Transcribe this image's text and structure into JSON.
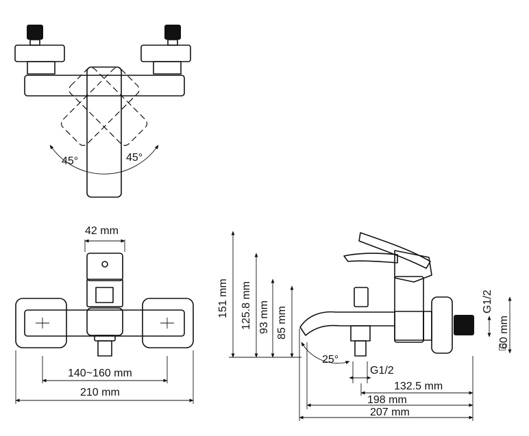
{
  "top_view": {
    "angle_left": "45°",
    "angle_right": "45°"
  },
  "front_view": {
    "spout_width": "42 mm",
    "center_distance": "140~160 mm",
    "overall_width": "210 mm"
  },
  "side_view": {
    "height_overall": "151 mm",
    "height_lever": "125.8 mm",
    "height_diverter": "93 mm",
    "height_spout": "85 mm",
    "spout_angle": "25°",
    "outlet_thread": "G1/2",
    "inlet_thread": "G1/2",
    "flange_size": "60 mm",
    "flange_symbol": "□",
    "depth_outlet": "132.5 mm",
    "depth_body": "198 mm",
    "depth_overall": "207 mm"
  }
}
